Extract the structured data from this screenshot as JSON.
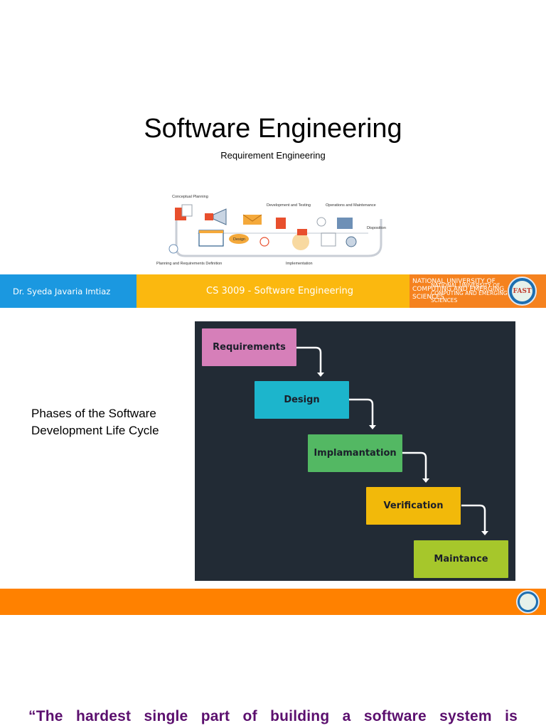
{
  "slide1": {
    "title": "Software Engineering",
    "subtitle": "Requirement Engineering",
    "illustration": {
      "labels": {
        "conceptual": "Conceptual Planning",
        "development": "Development and Testing",
        "operations": "Operations and Maintenance",
        "disposition": "Disposition",
        "planning": "Planning and Requirements Definition",
        "implementation": "Implementation",
        "design": "Design"
      }
    },
    "footer": {
      "author": "Dr. Syeda Javaria Imtiaz",
      "course": "CS 3009 - Software Engineering",
      "university_a": "NATIONAL UNIVERSITY OF COMPUTING AND EMERGING SCIENCES",
      "university_b": "NATIONAL UNIVERSITY OF COMPUTING AND EMERGING SCIENCES",
      "colors": {
        "author_bg": "#1b98e0",
        "course_bg": "#fbb80f",
        "univ_bg": "#f5821f"
      }
    }
  },
  "slide2": {
    "heading": "Phases of the Software Development Life Cycle",
    "waterfall": {
      "background": "#222b35",
      "phases": [
        {
          "label": "Requirements",
          "color": "#d67fb9"
        },
        {
          "label": "Design",
          "color": "#1cb5cc"
        },
        {
          "label": "Implamantation",
          "color": "#53b863"
        },
        {
          "label": "Verification",
          "color": "#f2b90a"
        },
        {
          "label": "Maintance",
          "color": "#a6c72b"
        }
      ]
    },
    "bar_color": "#ff8100"
  },
  "slide3": {
    "quote": "“The hardest single part of building a software system is"
  }
}
